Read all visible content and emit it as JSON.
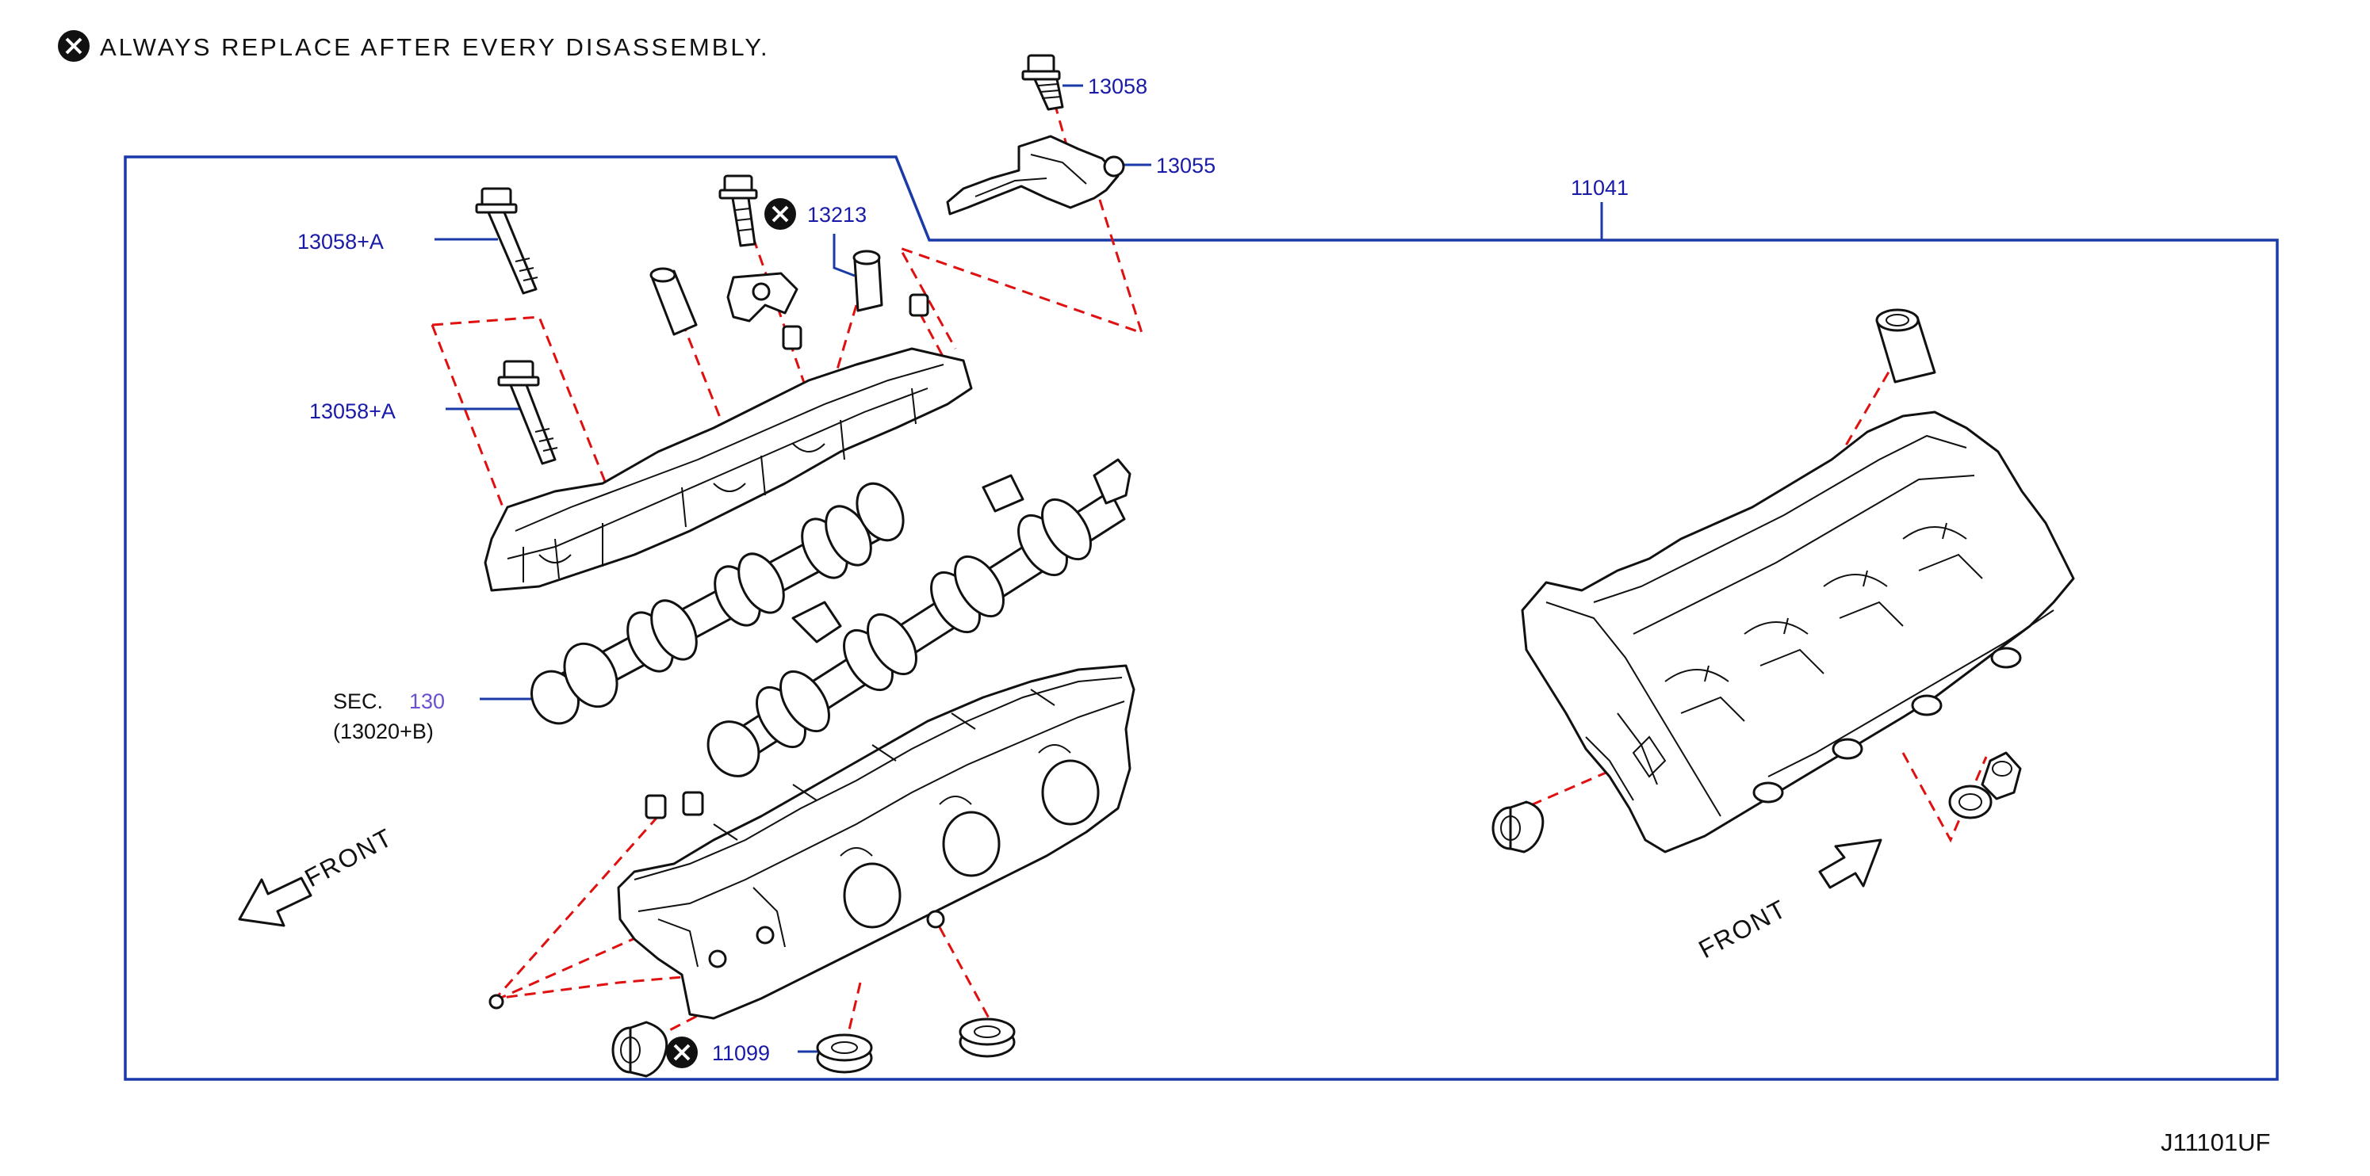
{
  "note": {
    "text": "ALWAYS  REPLACE  AFTER  EVERY  DISASSEMBLY.",
    "symbol": "circled-x-icon"
  },
  "labels": {
    "p13058_top": "13058",
    "p13055": "13055",
    "p11041": "11041",
    "p13213": "13213",
    "p13058A_1": "13058+A",
    "p13058A_2": "13058+A",
    "sec_prefix": "SEC.",
    "sec_number": "130",
    "sec_sub": "(13020+B)",
    "p11099": "11099"
  },
  "front_left": "FRONT",
  "front_right": "FRONT",
  "diagram_code": "J11101UF",
  "colors": {
    "label_blue": "#1a1aa8",
    "leader_blue": "#1a3aa8",
    "dashed_red": "#e01010",
    "section_purple": "#6a4fd0",
    "line_black": "#111111"
  }
}
